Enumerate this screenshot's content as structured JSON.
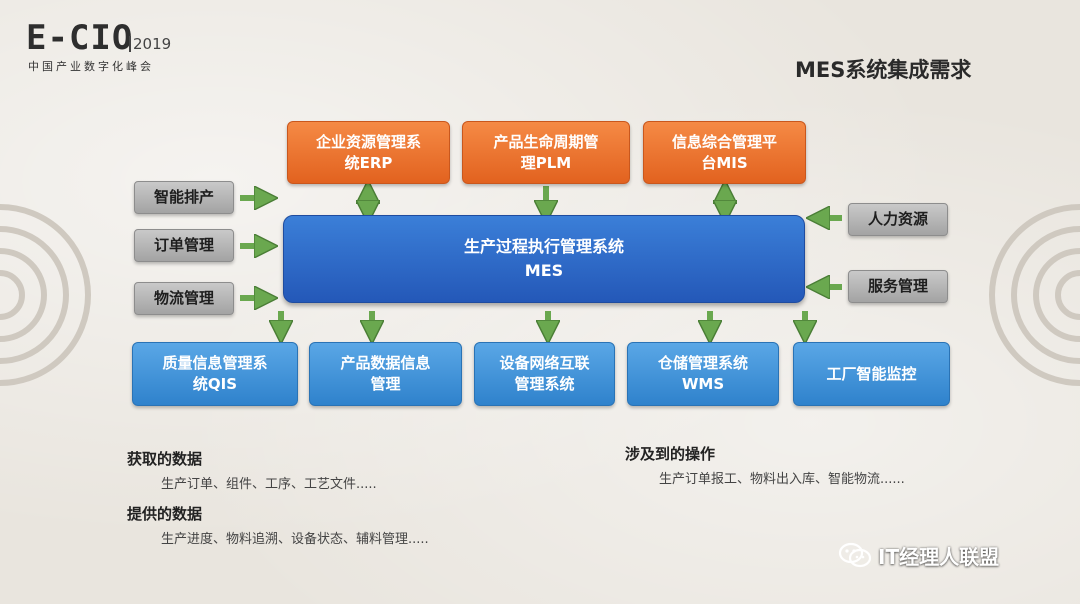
{
  "logo": {
    "main": "E-CIO",
    "year": "2019",
    "subtitle": "中国产业数字化峰会"
  },
  "title": "MES系统集成需求",
  "center": {
    "line1": "生产过程执行管理系统",
    "line2": "MES"
  },
  "top_systems": [
    {
      "line1": "企业资源管理系",
      "line2": "统ERP"
    },
    {
      "line1": "产品生命周期管",
      "line2": "理PLM"
    },
    {
      "line1": "信息综合管理平",
      "line2": "台MIS"
    }
  ],
  "left_inputs": [
    "智能排产",
    "订单管理",
    "物流管理"
  ],
  "right_inputs": [
    "人力资源",
    "服务管理"
  ],
  "bottom_systems": [
    {
      "line1": "质量信息管理系",
      "line2": "统QIS"
    },
    {
      "line1": "产品数据信息",
      "line2": "管理"
    },
    {
      "line1": "设备网络互联",
      "line2": "管理系统"
    },
    {
      "line1": "仓储管理系统",
      "line2": "WMS"
    },
    {
      "line1": "工厂智能监控",
      "line2": ""
    }
  ],
  "sections": {
    "acquired": {
      "heading": "获取的数据",
      "text": "生产订单、组件、工序、工艺文件....."
    },
    "provided": {
      "heading": "提供的数据",
      "text": "生产进度、物料追溯、设备状态、辅料管理....."
    },
    "operations": {
      "heading": "涉及到的操作",
      "text": "生产订单报工、物料出入库、智能物流......"
    }
  },
  "watermark": {
    "text": "IT经理人联盟",
    "icon": "wechat-icon"
  },
  "colors": {
    "orange": "#e96b27",
    "mes_blue": "#2a62c4",
    "light_blue": "#3a8ed6",
    "gray": "#b3b3b3",
    "arrow_green": "#6aa84f"
  }
}
